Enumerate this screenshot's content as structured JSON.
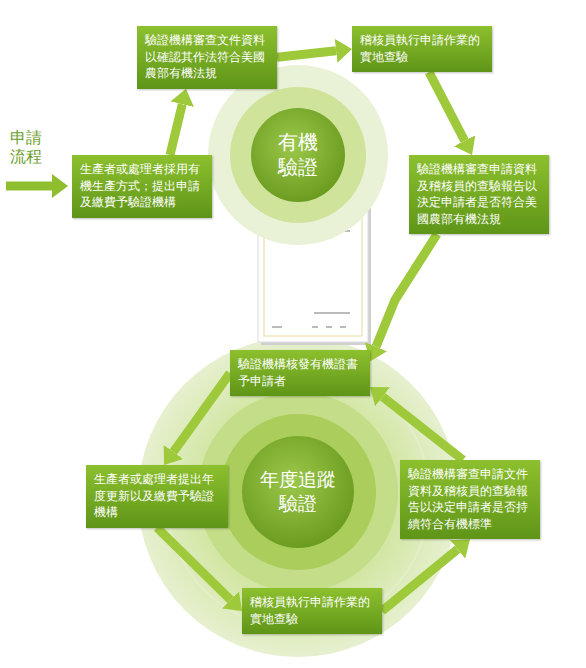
{
  "diagram": {
    "nodes": [
      {
        "text": [
          "有機驗證"
        ]
      },
      {
        "text": [
          "生產者或處理者採用有機生產方式；提出申請及繳費予驗證機構"
        ]
      },
      {
        "text": [
          "驗證機構審查文件資料以確認其作法符合美國農部有機法規"
        ]
      },
      {
        "text": [
          "稽核員執行申請作業的實地查驗"
        ]
      },
      {
        "text": [
          "驗證機構審查申請資料及稽核員的查驗報告以決定申請者是否符合美國農部有機法規"
        ]
      },
      {
        "text": [
          "驗證機構核發有機證書予申請者"
        ]
      },
      {
        "text": [
          "年度追蹤驗證"
        ]
      },
      {
        "text": [
          "驗證機構審查申請文件資料及稽核員的查驗報告以決定申請者是否持續符合有機標準"
        ]
      },
      {
        "text": [
          "稽核員執行申請作業的實地查驗"
        ]
      },
      {
        "text": [
          "生產者或處理者提出年度更新以及繳費予驗證機構"
        ]
      }
    ],
    "edges": [
      {
        "from": 1,
        "to": 2,
        "arrow": "to"
      },
      {
        "from": 2,
        "to": 3,
        "arrow": "to"
      },
      {
        "from": 3,
        "to": 4,
        "arrow": "to"
      },
      {
        "from": 4,
        "to": 5,
        "arrow": "to"
      },
      {
        "from": 5,
        "to": 9,
        "arrow": "to"
      },
      {
        "from": 9,
        "to": 8,
        "arrow": "to"
      },
      {
        "from": 8,
        "to": 7,
        "arrow": "to"
      },
      {
        "from": 7,
        "to": 5,
        "arrow": "to"
      }
    ],
    "labels": [
      "申請流程"
    ]
  }
}
